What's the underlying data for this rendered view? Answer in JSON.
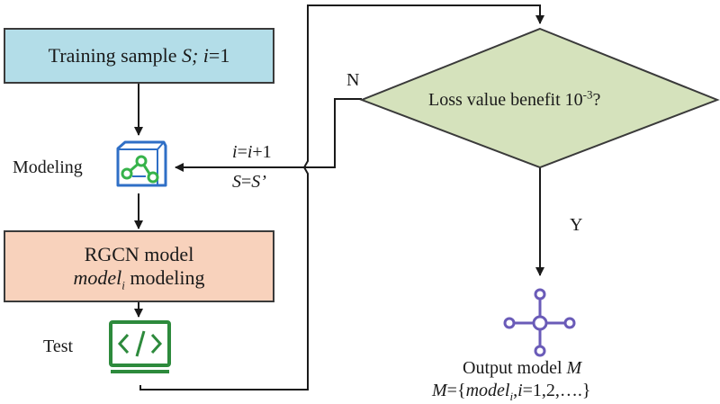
{
  "training_box": {
    "text": "Training sample ",
    "var": "S;",
    "index": " i",
    "eq": "=1"
  },
  "modeling_label": "Modeling",
  "rgcn_box": {
    "line1": "RGCN model",
    "model": "model",
    "model_sub": "i",
    "line2_rest": " modeling"
  },
  "test_label": "Test",
  "update_label_1": {
    "a": "i",
    "b": "=",
    "c": "i",
    "d": "+1"
  },
  "update_label_2": {
    "a": "S",
    "b": "=",
    "c": "S’"
  },
  "decision": {
    "text": "Loss value benefit 10",
    "exp": "-3",
    "end": "?"
  },
  "no_label": "N",
  "yes_label": "Y",
  "output_line1": {
    "text": "Output model ",
    "var": "M"
  },
  "output_line2": {
    "a": "M",
    "b": "={",
    "c": "model",
    "sub": "i",
    "d": ",",
    "e": "i",
    "f": "=1,2,….}"
  },
  "colors": {
    "training_fill": "#b3dde8",
    "rgcn_fill": "#f8d2bc",
    "decision_fill": "#d5e2bc",
    "modeling_icon": "#2f6fc6",
    "modeling_icon_accent": "#36b34a",
    "test_icon": "#2d8a3c",
    "output_icon": "#6a5bb8"
  },
  "icons": {
    "modeling": "cube-network-icon",
    "test": "code-monitor-icon",
    "output": "graph-node-icon"
  }
}
